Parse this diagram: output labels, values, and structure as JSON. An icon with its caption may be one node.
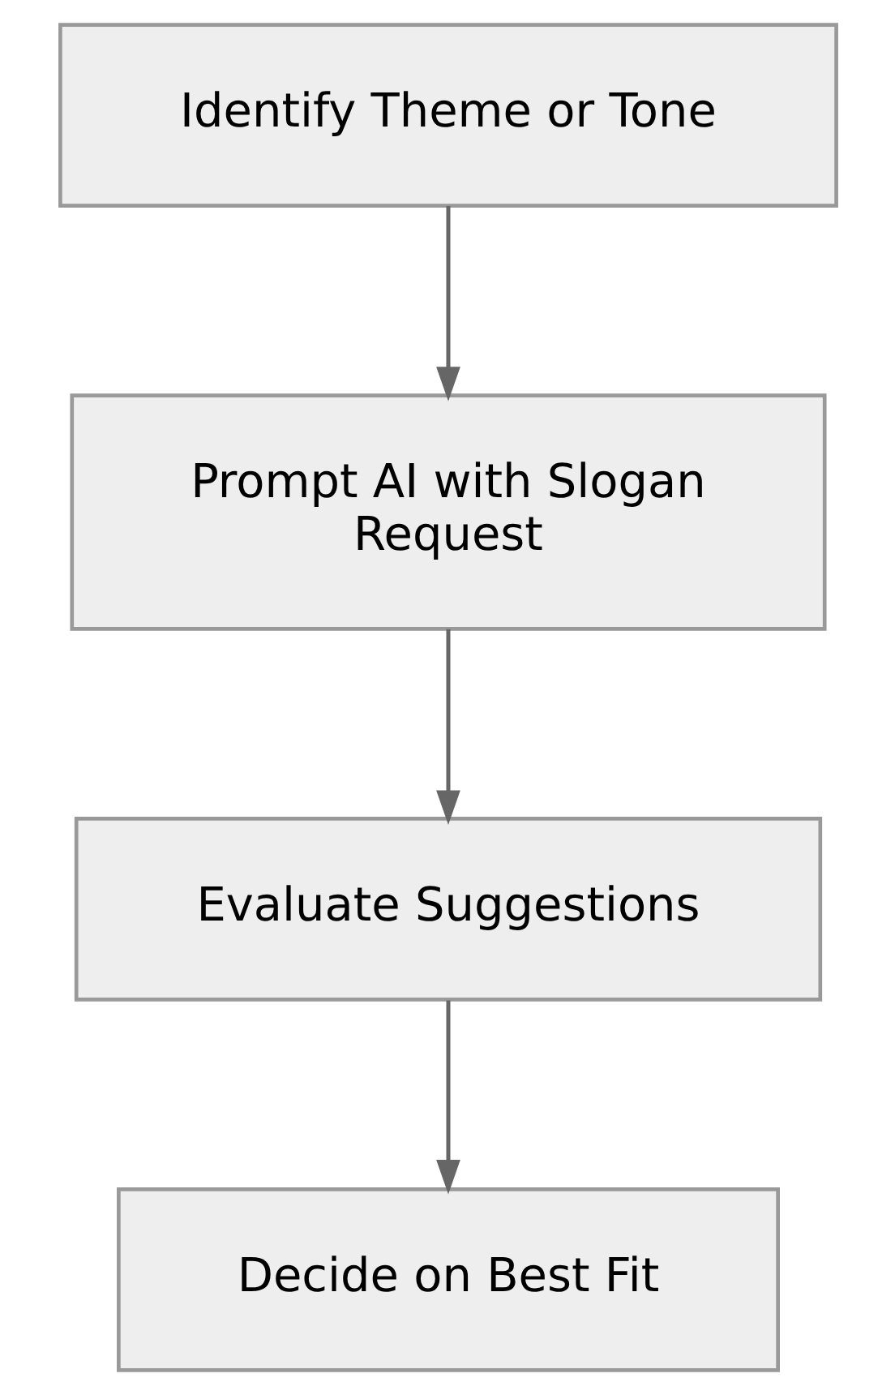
{
  "diagram": {
    "nodes": [
      {
        "text": [
          "Identify Theme or Tone"
        ]
      },
      {
        "text": [
          "Prompt AI with Slogan Request"
        ]
      },
      {
        "text": [
          "Evaluate Suggestions"
        ]
      },
      {
        "text": [
          "Decide on Best Fit"
        ]
      }
    ],
    "edges": [
      {
        "from": 0,
        "to": 1,
        "arrow": "to"
      },
      {
        "from": 1,
        "to": 2,
        "arrow": "to"
      },
      {
        "from": 2,
        "to": 3,
        "arrow": "to"
      }
    ]
  }
}
